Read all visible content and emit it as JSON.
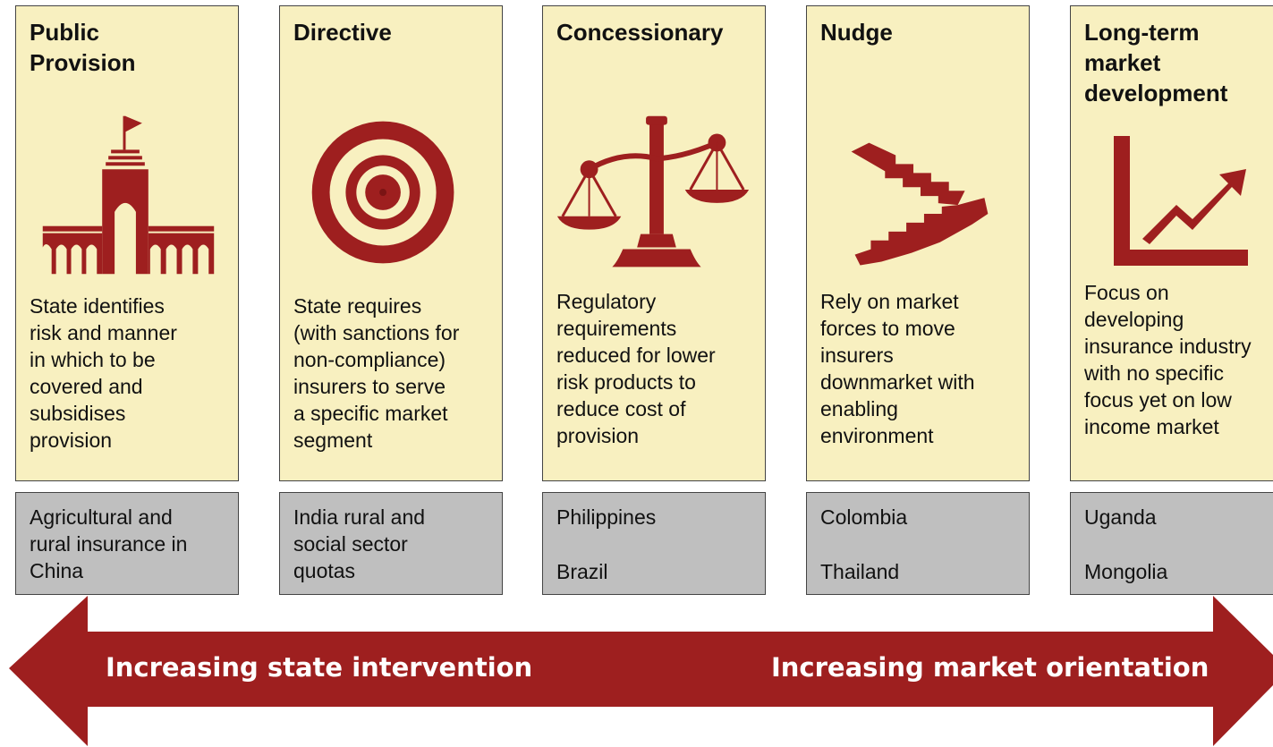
{
  "colors": {
    "card_bg": "#f8f0c0",
    "example_bg": "#bfbfbf",
    "icon": "#9e1f1f",
    "arrow": "#9e1f1f",
    "arrow_text": "#ffffff"
  },
  "columns": [
    {
      "title": "Public\nProvision",
      "icon": "monument-icon",
      "description": "State identifies\nrisk and manner\nin which to be\ncovered and\nsubsidises\nprovision",
      "examples": [
        "Agricultural and\nrural insurance in\nChina"
      ]
    },
    {
      "title": "Directive",
      "icon": "target-icon",
      "description": "State requires\n(with sanctions for\nnon-compliance)\ninsurers to serve\na specific market\nsegment",
      "examples": [
        "India rural and\nsocial sector\nquotas"
      ]
    },
    {
      "title": "Concessionary",
      "icon": "scales-icon",
      "description": "Regulatory\nrequirements\nreduced for lower\nrisk products to\nreduce cost of\nprovision",
      "examples": [
        "Philippines",
        "Brazil"
      ]
    },
    {
      "title": "Nudge",
      "icon": "stairs-icon",
      "description": "Rely on market\nforces to move\ninsurers\ndownmarket with\nenabling\nenvironment",
      "examples": [
        "Colombia",
        "Thailand"
      ]
    },
    {
      "title": "Long-term\nmarket\ndevelopment",
      "icon": "growth-chart-icon",
      "description": "Focus on\ndeveloping\ninsurance industry\nwith no specific\nfocus yet on low\nincome market",
      "examples": [
        "Uganda",
        "Mongolia"
      ]
    }
  ],
  "arrow": {
    "left_label": "Increasing state intervention",
    "right_label": "Increasing market orientation"
  }
}
